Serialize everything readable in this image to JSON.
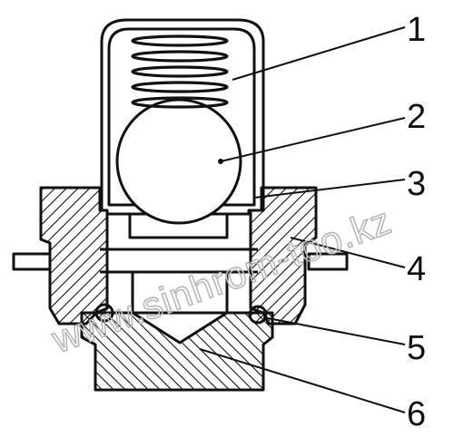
{
  "diagram": {
    "callouts": [
      {
        "label": "1",
        "part": "spring"
      },
      {
        "label": "2",
        "part": "ball"
      },
      {
        "label": "3",
        "part": "cap sleeve"
      },
      {
        "label": "4",
        "part": "nut"
      },
      {
        "label": "5",
        "part": "sealing ring"
      },
      {
        "label": "6",
        "part": "valve body"
      }
    ],
    "watermark": "www.sinhrom-too.kz"
  },
  "colors": {
    "ink": "#111111",
    "paper": "#ffffff",
    "watermark": "#b8b8b8"
  }
}
